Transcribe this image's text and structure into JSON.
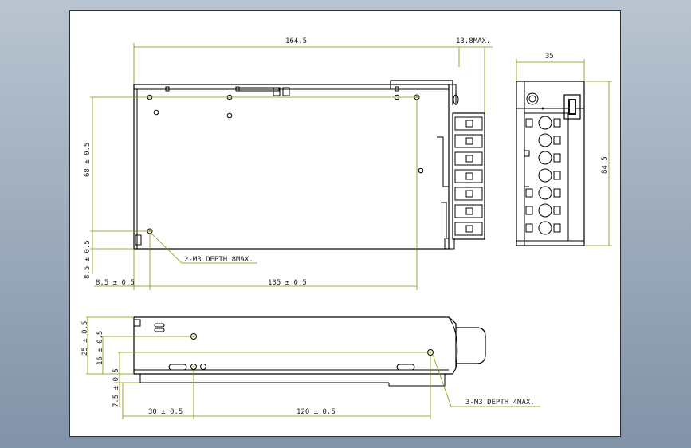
{
  "dimensions": {
    "top_length": "164.5",
    "terminal_protrusion": "13.8MAX.",
    "side_width": "35",
    "side_height": "84.5",
    "hole_spacing_vertical": "68 ± 0.5",
    "bottom_offset": "8.5 ± 0.5",
    "left_offset": "8.5 ± 0.5",
    "hole_spacing_horizontal": "135 ± 0.5",
    "bottom_view_h1": "25 ± 0.5",
    "bottom_view_h2": "16 ± 0.5",
    "bottom_view_h3": "7.5 ± 0.5",
    "bottom_view_w1": "30 ± 0.5",
    "bottom_view_w2": "120 ± 0.5"
  },
  "callouts": {
    "top_view_holes": "2-M3 DEPTH 8MAX.",
    "bottom_view_holes": "3-M3 DEPTH 4MAX."
  }
}
